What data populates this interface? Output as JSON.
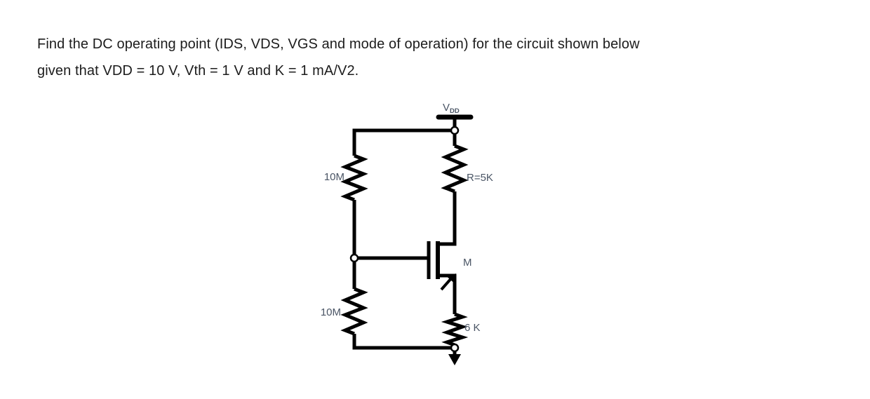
{
  "problem": {
    "line1": "Find the DC operating point (IDS, VDS, VGS and mode of operation) for the circuit shown below",
    "line2": "given that VDD = 10 V, Vth = 1 V and K = 1 mA/V2."
  },
  "circuit": {
    "supply": {
      "name": "V",
      "sub": "DD"
    },
    "components": {
      "r_top_left": "10M",
      "r_bottom_left": "10M",
      "r_drain": "R=5K",
      "r_source": "6 K",
      "mosfet": "M"
    },
    "colors": {
      "wire": "#000000",
      "label": "#4a5565",
      "body_text": "#1c1c1c",
      "background": "#ffffff"
    }
  }
}
